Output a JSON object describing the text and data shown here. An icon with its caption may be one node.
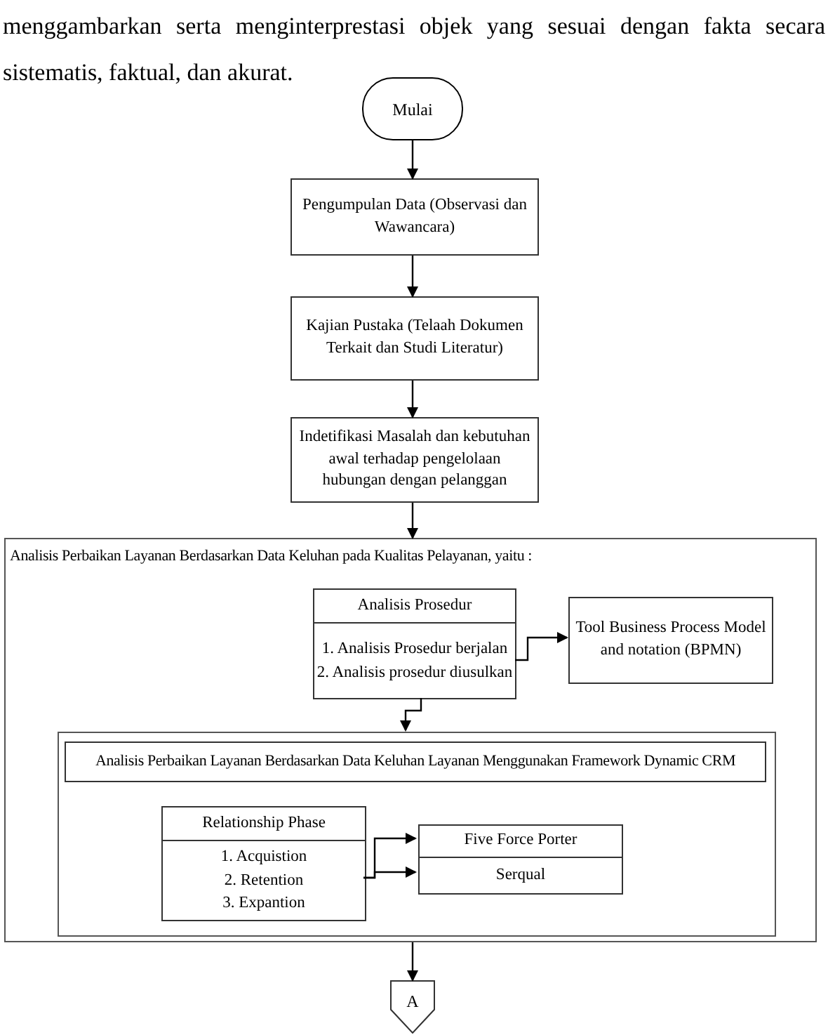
{
  "diagram": {
    "nodes": [
      {
        "text": [
          "Mulai"
        ]
      },
      {
        "text": [
          "Pengumpulan Data (Observasi dan Wawancara)"
        ]
      },
      {
        "text": [
          "Kajian Pustaka (Telaah Dokumen Terkait dan Studi Literatur)"
        ]
      },
      {
        "text": [
          "Indetifikasi Masalah dan kebutuhan awal terhadap pengelolaan hubungan dengan pelanggan"
        ]
      },
      {
        "text": [
          "Analisis Perbaikan Layanan Berdasarkan Data Keluhan pada Kualitas Pelayanan, yaitu :"
        ]
      },
      {
        "text": [
          "Analisis Prosedur",
          "1. Analisis Prosedur berjalan",
          "2. Analisis prosedur diusulkan"
        ],
        "in": 4
      },
      {
        "text": [
          "Tool Business Process Model and notation (BPMN)"
        ],
        "in": 4
      },
      {
        "text": [],
        "shape": "box",
        "in": 4
      },
      {
        "text": [
          "Analisis Perbaikan Layanan Berdasarkan Data Keluhan Layanan Menggunakan Framework Dynamic CRM"
        ],
        "in": 7
      },
      {
        "text": [
          "Relationship Phase",
          "1. Acquistion",
          "2. Retention",
          "3. Expantion"
        ],
        "in": 7
      },
      {
        "text": [
          "Five Force Porter"
        ],
        "in": 7
      },
      {
        "text": [
          "Serqual"
        ],
        "in": 7
      },
      {
        "text": [
          "A"
        ]
      }
    ],
    "edges": [
      {
        "from": 0,
        "to": 1,
        "arrow": "to"
      },
      {
        "from": 1,
        "to": 2,
        "arrow": "to"
      },
      {
        "from": 2,
        "to": 3,
        "arrow": "to"
      },
      {
        "from": 3,
        "to": 4,
        "arrow": "to"
      },
      {
        "from": 5,
        "to": 6,
        "arrow": "to"
      },
      {
        "from": 5,
        "to": 7,
        "arrow": "to"
      },
      {
        "from": 9,
        "to": 10,
        "arrow": "to"
      },
      {
        "from": 9,
        "to": 11,
        "arrow": "to"
      },
      {
        "from": 4,
        "to": 12,
        "arrow": "to"
      }
    ],
    "labels": [
      "menggambarkan serta menginterprestasi objek yang sesuai dengan fakta secara sistematis, faktual, dan akurat."
    ]
  }
}
